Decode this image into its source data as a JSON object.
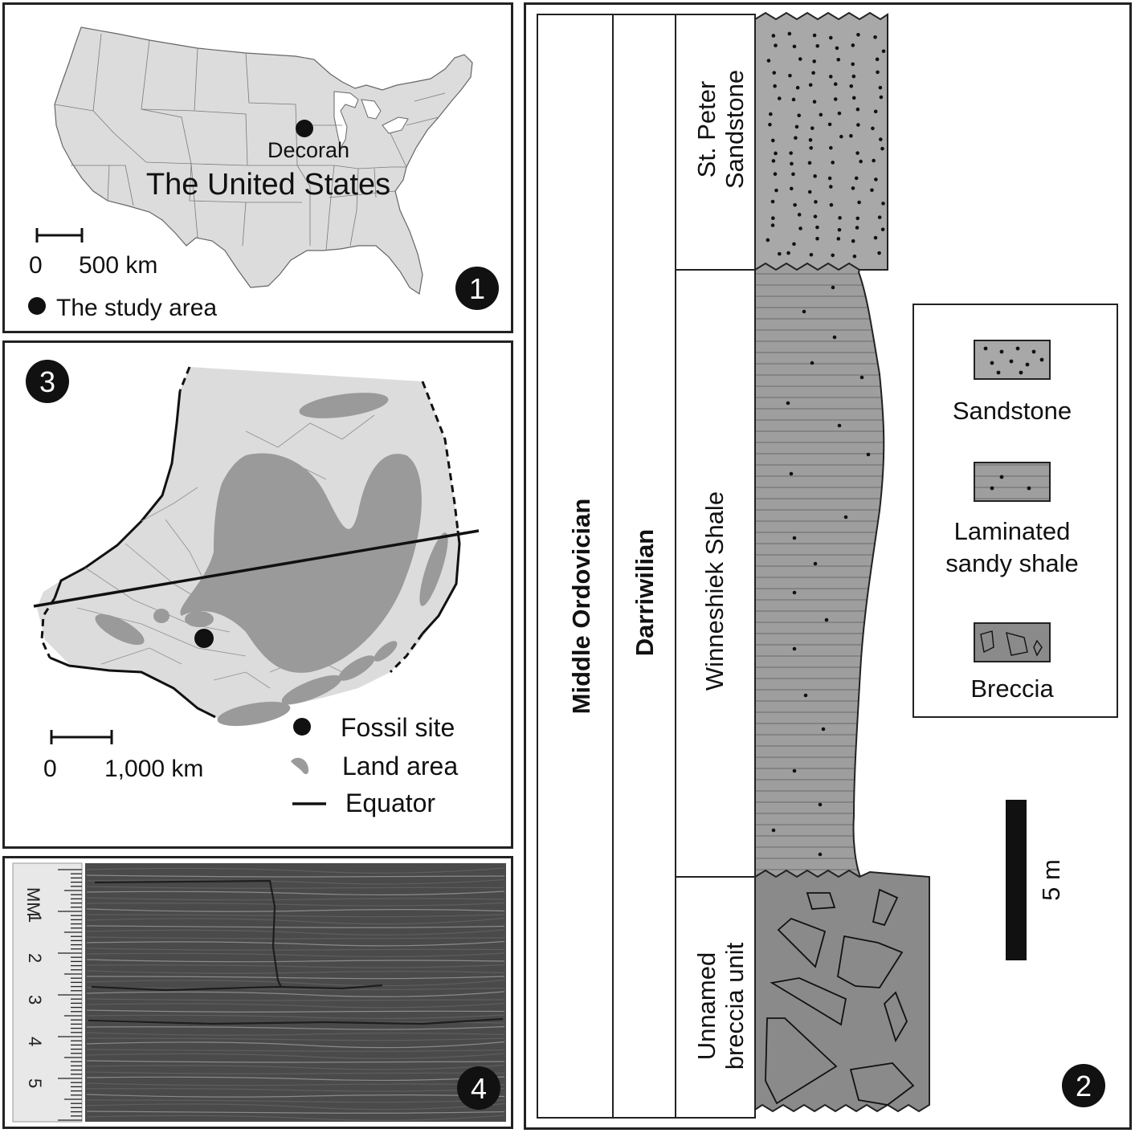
{
  "panel1": {
    "badge": "1",
    "place_label": "Decorah",
    "country_label": "The United States",
    "scale_zero": "0",
    "scale_value": "500 km",
    "legend_study_area": "The study area"
  },
  "panel3": {
    "badge": "3",
    "scale_zero": "0",
    "scale_value": "1,000 km",
    "legend": {
      "fossil_site": "Fossil site",
      "land_area": "Land area",
      "equator": "Equator"
    }
  },
  "panel4": {
    "badge": "4",
    "ruler_unit": "MM",
    "ruler_numbers": [
      "1",
      "2",
      "3",
      "4",
      "5"
    ]
  },
  "panel2": {
    "badge": "2",
    "series": "Middle Ordovician",
    "stage": "Darriwilian",
    "units": {
      "top": "St. Peter Sandstone",
      "top_line1": "St. Peter",
      "top_line2": "Sandstone",
      "middle": "Winneshiek Shale",
      "bottom": "Unnamed breccia unit",
      "bottom_line1": "Unnamed",
      "bottom_line2": "breccia unit"
    },
    "legend": {
      "sandstone": "Sandstone",
      "shale_line1": "Laminated",
      "shale_line2": "sandy shale",
      "breccia": "Breccia"
    },
    "scale_bar_label": "5 m"
  },
  "colors": {
    "land_fill": "#dcdcdc",
    "land_area_fill": "#9a9a9a",
    "sandstone_fill": "#a8a8a8",
    "shale_fill": "#9e9e9e",
    "breccia_fill": "#8a8a8a",
    "ink": "#1a1a1a"
  }
}
